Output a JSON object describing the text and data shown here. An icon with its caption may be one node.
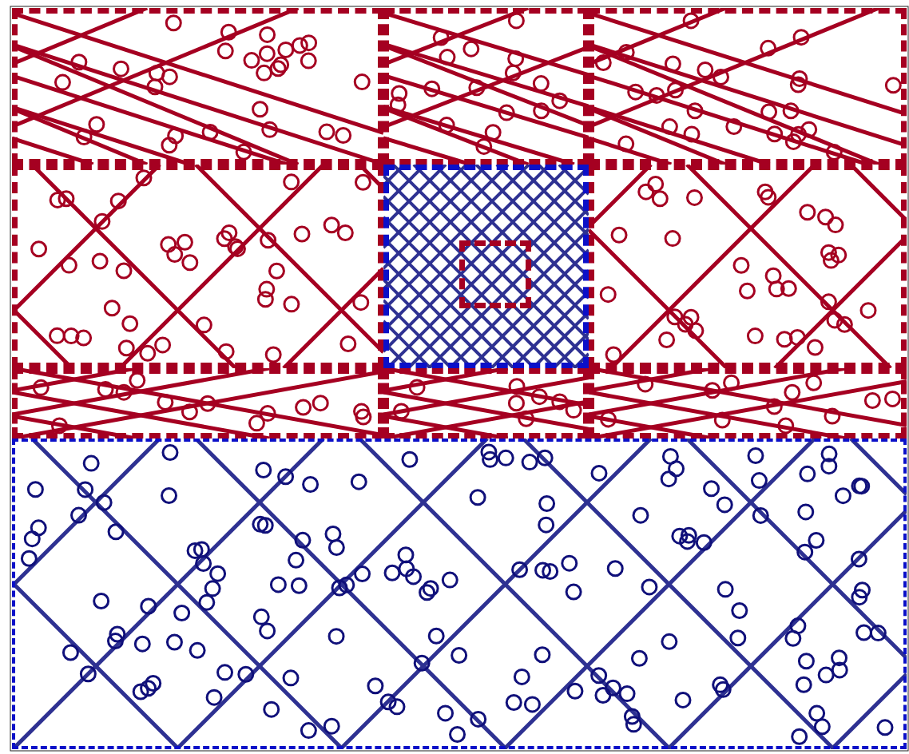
{
  "diagram": {
    "nodes": [
      {
        "text": [],
        "shape": "box"
      },
      {
        "text": [],
        "shape": "box"
      },
      {
        "text": [],
        "shape": "box"
      },
      {
        "text": [],
        "shape": "box"
      },
      {
        "text": [],
        "shape": "box"
      },
      {
        "text": [],
        "shape": "box",
        "in": 4
      },
      {
        "text": [],
        "shape": "box"
      },
      {
        "text": [],
        "shape": "box"
      },
      {
        "text": [],
        "shape": "box"
      },
      {
        "text": [],
        "shape": "box"
      },
      {
        "text": [],
        "shape": "box"
      }
    ]
  }
}
